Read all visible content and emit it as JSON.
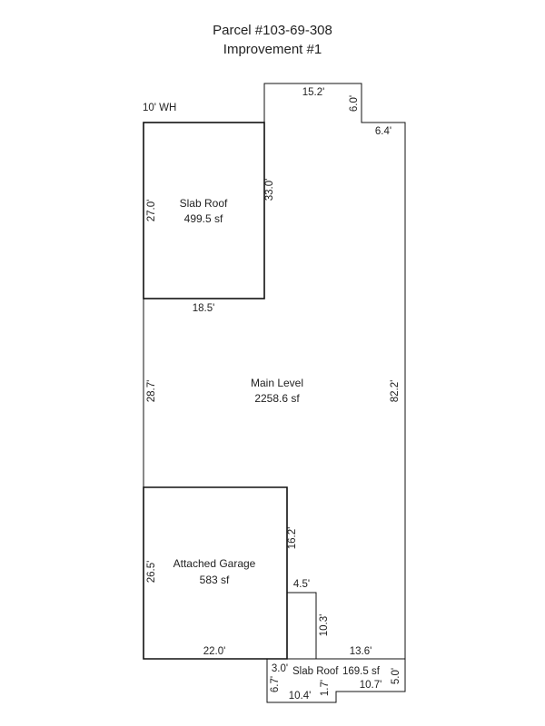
{
  "header": {
    "title": "Parcel #103-69-308",
    "subtitle": "Improvement #1"
  },
  "sketch": {
    "wh_note": "10' WH",
    "areas": {
      "slab_roof_top": {
        "name": "Slab Roof",
        "size": "499.5 sf"
      },
      "main_level": {
        "name": "Main Level",
        "size": "2258.6 sf"
      },
      "attached_garage": {
        "name": "Attached Garage",
        "size": "583 sf"
      },
      "slab_roof_bottom": {
        "name": "Slab Roof",
        "size": "169.5 sf"
      }
    },
    "dimensions": {
      "d_15_2": "15.2'",
      "d_6_0": "6.0'",
      "d_6_4": "6.4'",
      "d_33_0": "33.0'",
      "d_27_0": "27.0'",
      "d_18_5": "18.5'",
      "d_28_7": "28.7'",
      "d_82_2": "82.2'",
      "d_16_2": "16.2'",
      "d_26_5": "26.5'",
      "d_4_5": "4.5'",
      "d_10_3": "10.3'",
      "d_22_0": "22.0'",
      "d_13_6": "13.6'",
      "d_3_0": "3.0'",
      "d_6_7": "6.7'",
      "d_1_7": "1.7'",
      "d_10_4": "10.4'",
      "d_10_7": "10.7'",
      "d_5_0": "5.0'"
    }
  }
}
